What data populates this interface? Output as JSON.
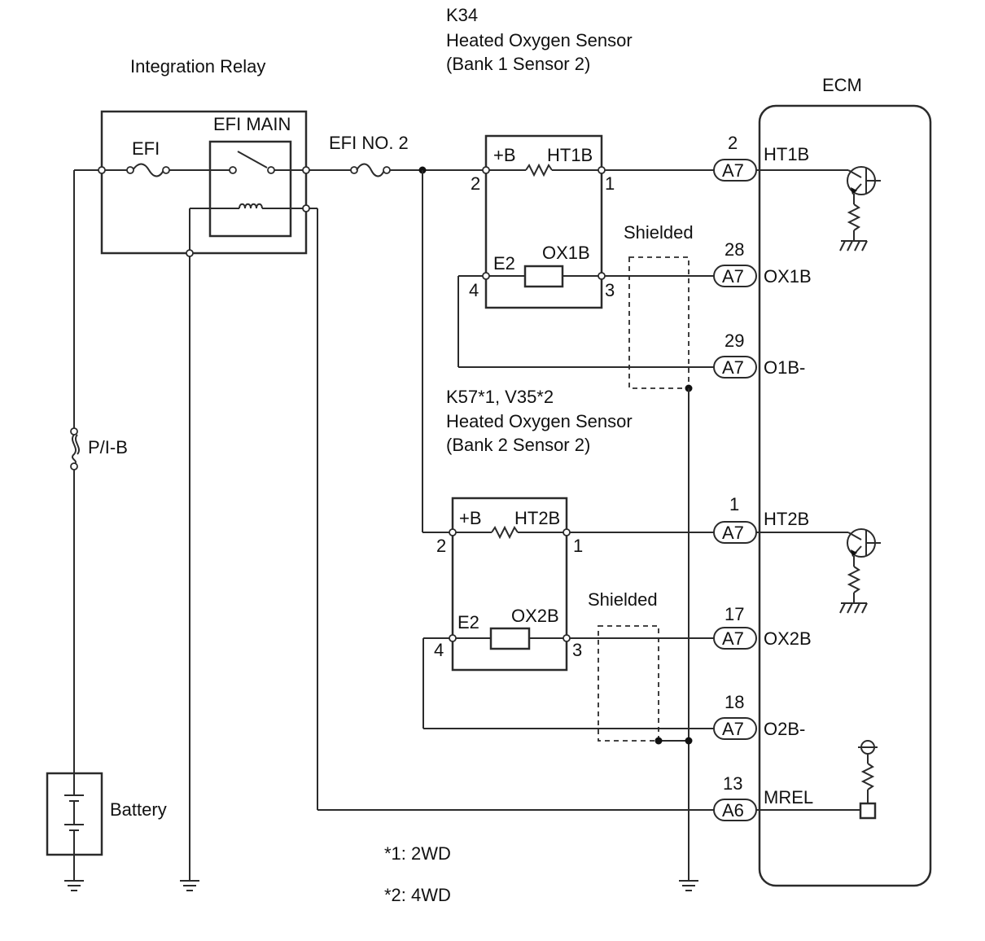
{
  "labels": {
    "integration_relay": "Integration Relay",
    "efi": "EFI",
    "efi_main": "EFI MAIN",
    "efi_no2": "EFI NO. 2",
    "pib": "P/I-B",
    "battery": "Battery",
    "ecm": "ECM",
    "shielded_1": "Shielded",
    "shielded_2": "Shielded",
    "note_1": "*1: 2WD",
    "note_2": "*2: 4WD"
  },
  "sensor_1": {
    "code": "K34",
    "name": "Heated Oxygen Sensor",
    "position": "(Bank 1 Sensor 2)",
    "plus_b": "+B",
    "heater": "HT1B",
    "e2": "E2",
    "signal": "OX1B",
    "pins": {
      "p1": "1",
      "p2": "2",
      "p3": "3",
      "p4": "4"
    }
  },
  "sensor_2": {
    "code": "K57*1, V35*2",
    "name": "Heated Oxygen Sensor",
    "position": "(Bank 2 Sensor 2)",
    "plus_b": "+B",
    "heater": "HT2B",
    "e2": "E2",
    "signal": "OX2B",
    "pins": {
      "p1": "1",
      "p2": "2",
      "p3": "3",
      "p4": "4"
    }
  },
  "ecm_terminals": [
    {
      "pin": "2",
      "connector": "A7",
      "name": "HT1B"
    },
    {
      "pin": "28",
      "connector": "A7",
      "name": "OX1B"
    },
    {
      "pin": "29",
      "connector": "A7",
      "name": "O1B-"
    },
    {
      "pin": "1",
      "connector": "A7",
      "name": "HT2B"
    },
    {
      "pin": "17",
      "connector": "A7",
      "name": "OX2B"
    },
    {
      "pin": "18",
      "connector": "A7",
      "name": "O2B-"
    },
    {
      "pin": "13",
      "connector": "A6",
      "name": "MREL"
    }
  ]
}
